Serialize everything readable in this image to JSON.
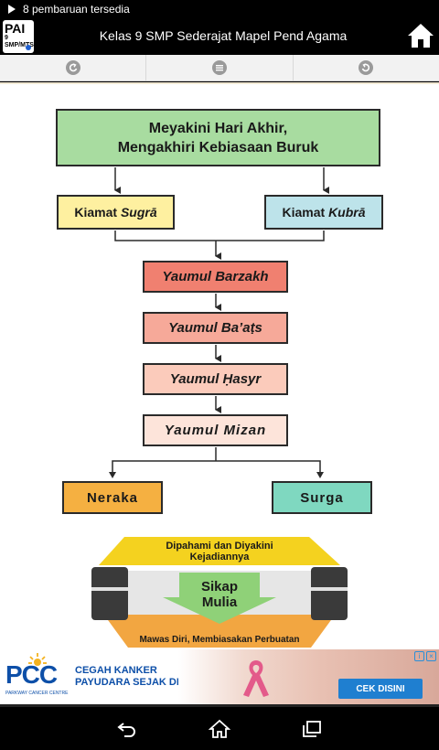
{
  "status_bar": {
    "notification_text": "8 pembaruan tersedia"
  },
  "app_bar": {
    "logo_line1": "PAI",
    "logo_line2": "9 SMP/MTS",
    "title": "Kelas 9 SMP Sederajat Mapel Pend Agama"
  },
  "toolbar": {
    "buttons": [
      {
        "name": "back",
        "icon": "back-arrow-icon"
      },
      {
        "name": "menu",
        "icon": "list-icon"
      },
      {
        "name": "next",
        "icon": "forward-arrow-icon"
      }
    ]
  },
  "diagram": {
    "main_line1": "Meyakini Hari Akhir,",
    "main_line2": "Mengakhiri Kebiasaan Buruk",
    "left_branch_prefix": "Kiamat ",
    "left_branch_italic": "Sugrā",
    "right_branch_prefix": "Kiamat ",
    "right_branch_italic": "Kubrā",
    "stages": [
      "Yaumul Barzakh",
      "Yaumul Ba’aṭs",
      "Yaumul Ḥasyr",
      "Yaumul Mizan"
    ],
    "outcome_left": "Neraka",
    "outcome_right": "Surga",
    "sikap_top_line1": "Dipahami dan Diyakini",
    "sikap_top_line2": "Kejadiannya",
    "sikap_mid_line1": "Sikap",
    "sikap_mid_line2": "Mulia",
    "sikap_bottom": "Mawas Diri, Membiasakan Perbuatan",
    "colors": {
      "main": "#a8dca0",
      "kecil": "#fef0a0",
      "besar": "#bde3ea",
      "neraka": "#f5b041",
      "surga": "#7fd8c0"
    }
  },
  "ad": {
    "brand": "PCC",
    "brand_sub": "PARKWAY CANCER CENTRE",
    "message_line1": "CEGAH KANKER",
    "message_line2": "PAYUDARA SEJAK DINI",
    "cta": "CEK DISINI"
  },
  "nav_bar": {
    "buttons": [
      {
        "name": "back",
        "icon": "back-icon"
      },
      {
        "name": "home",
        "icon": "home-icon"
      },
      {
        "name": "recents",
        "icon": "recents-icon"
      }
    ]
  }
}
